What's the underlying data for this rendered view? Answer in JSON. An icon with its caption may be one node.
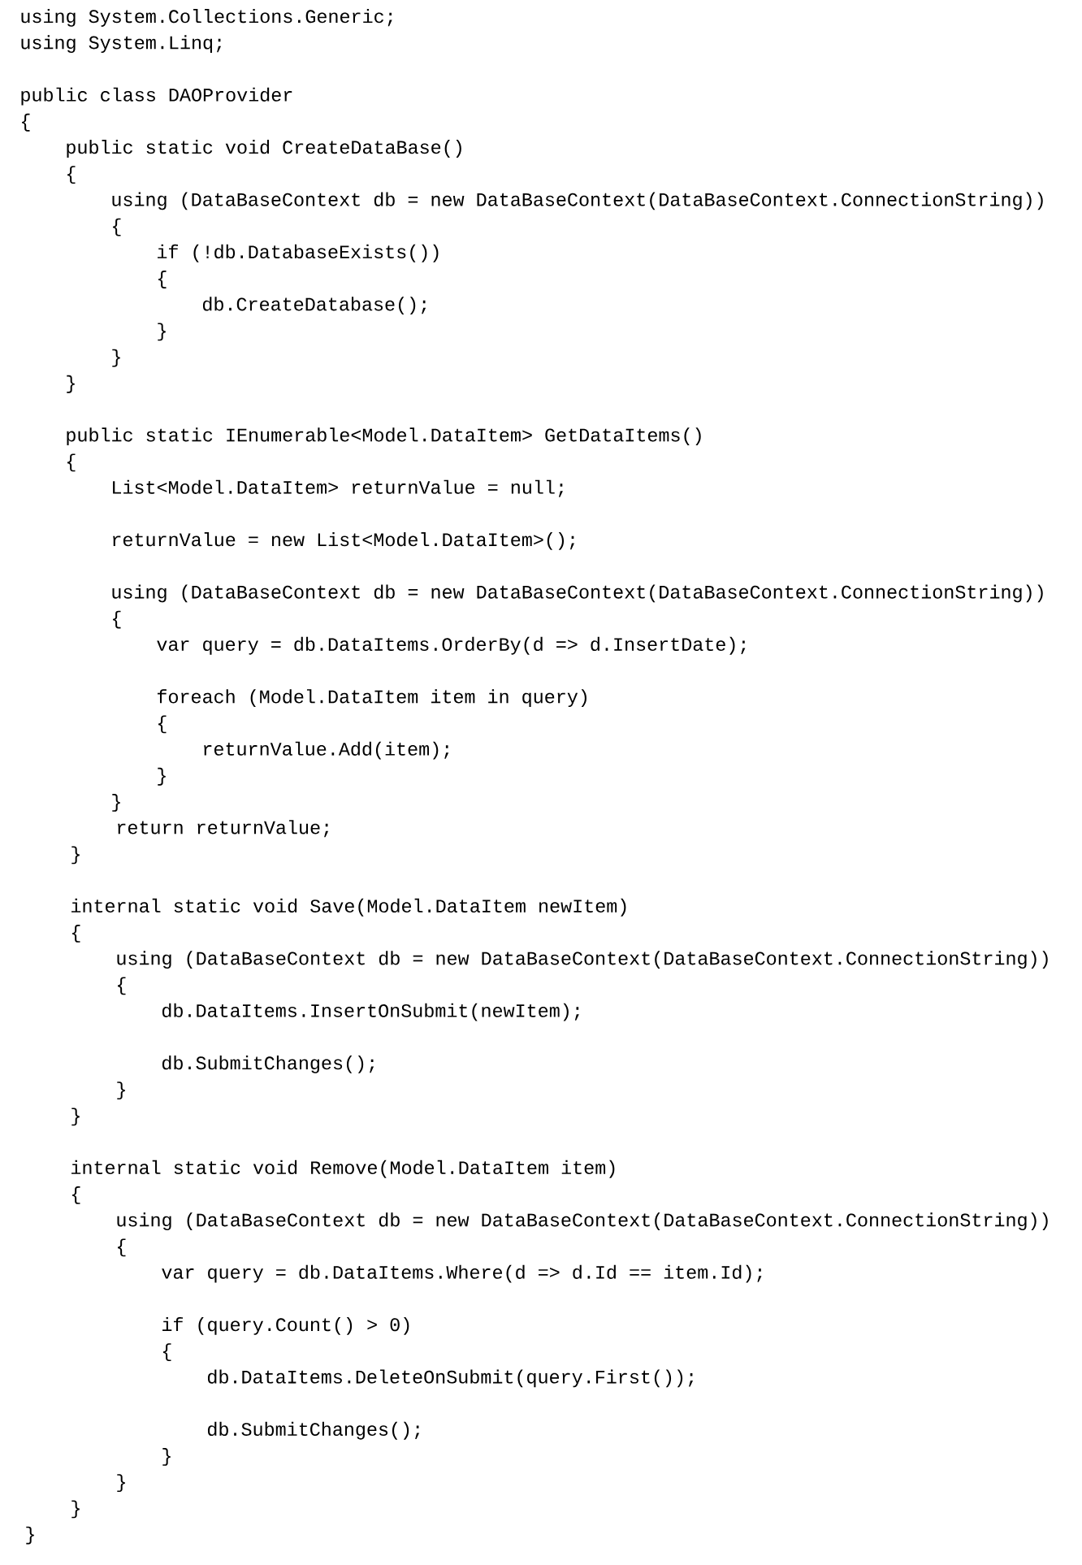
{
  "diagram": {
    "labels": [
      "using System.Collections.Generic;",
      "using System.Linq;",
      "public class DAOProvider",
      "{",
      "public static void CreateDataBase()",
      "{",
      "using (DataBaseContext db = new DataBaseContext(DataBaseContext.ConnectionString))",
      "{",
      "if (!db.DatabaseExists())",
      "{",
      "db.CreateDatabase();",
      "}",
      "}",
      "}",
      "public static IEnumerable<Model.DataItem> GetDataItems()",
      "{",
      "List<Model.DataItem> returnValue = null;",
      "returnValue = new List<Model.DataItem>();",
      "using (DataBaseContext db = new DataBaseContext(DataBaseContext.ConnectionString))",
      "{",
      "var query = db.DataItems.OrderBy(d => d.InsertDate);",
      "foreach (Model.DataItem item in query)",
      "{",
      "returnValue.Add(item);",
      "}",
      "}",
      "return returnValue;",
      "}",
      "internal static void Save(Model.DataItem newItem)",
      "{",
      "using (DataBaseContext db = new DataBaseContext(DataBaseContext.ConnectionString))",
      "{",
      "db.DataItems.InsertOnSubmit(newItem);",
      "db.SubmitChanges();",
      "}",
      "}",
      "internal static void Remove(Model.DataItem item)",
      "{",
      "using (DataBaseContext db = new DataBaseContext(DataBaseContext.ConnectionString))",
      "{",
      "var query = db.DataItems.Where(d => d.Id == item.Id);",
      "if (query.Count() > 0)",
      "{",
      "db.DataItems.DeleteOnSubmit(query.First());",
      "db.SubmitChanges();",
      "}",
      "}",
      "}",
      "}"
    ]
  }
}
